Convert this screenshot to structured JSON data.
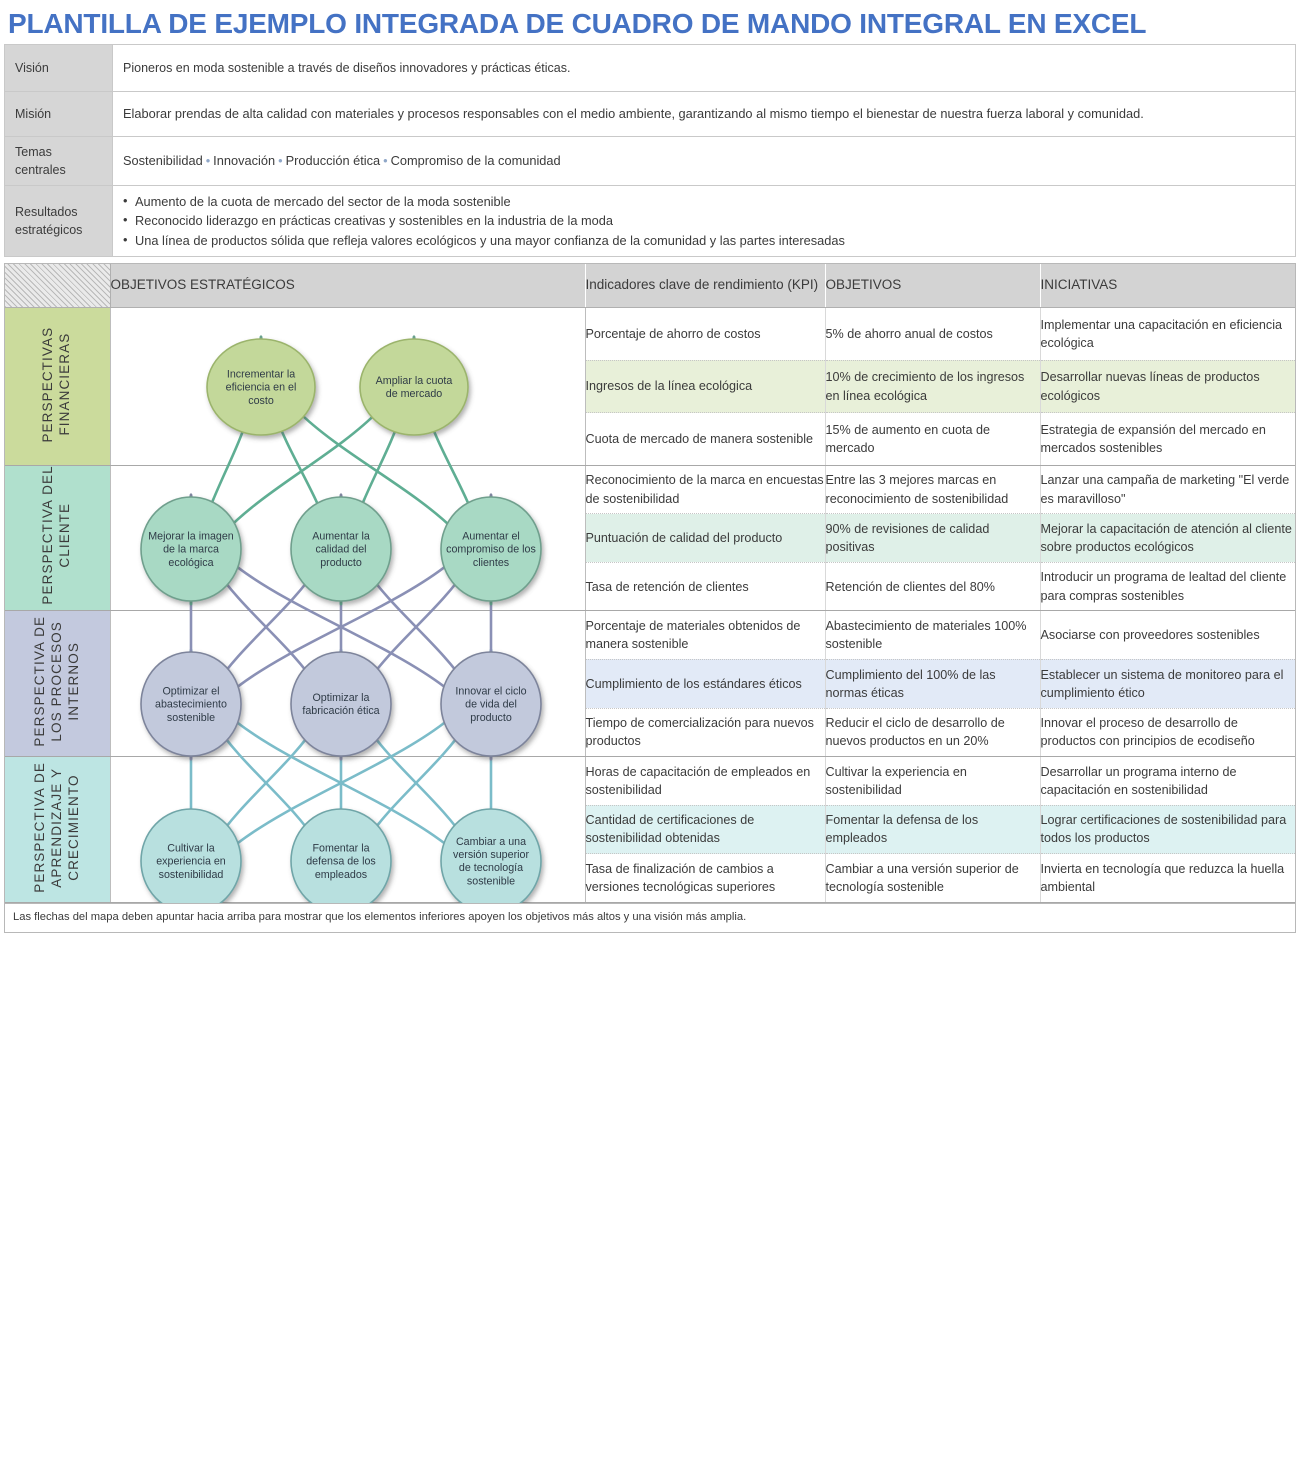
{
  "title": "PLANTILLA DE EJEMPLO INTEGRADA DE CUADRO DE MANDO INTEGRAL EN EXCEL",
  "accent_color": "#4472C4",
  "info": {
    "vision_label": "Visión",
    "vision_value": "Pioneros en moda sostenible a través de diseños innovadores y prácticas éticas.",
    "mission_label": "Misión",
    "mission_value": "Elaborar prendas de alta calidad con materiales y procesos responsables con el medio ambiente, garantizando al mismo tiempo el bienestar de nuestra fuerza laboral y comunidad.",
    "themes_label": "Temas centrales",
    "themes": [
      "Sostenibilidad",
      "Innovación",
      "Producción ética",
      "Compromiso de la comunidad"
    ],
    "outcomes_label": "Resultados estratégicos",
    "outcomes": [
      "Aumento de la cuota de mercado del sector de la moda sostenible",
      "Reconocido liderazgo en prácticas creativas y sostenibles en la industria de la moda",
      "Una línea de productos sólida que refleja valores ecológicos y una mayor confianza de la comunidad y las partes interesadas"
    ]
  },
  "scorecard": {
    "headers": {
      "perspective": "",
      "objectives": "OBJETIVOS ESTRATÉGICOS",
      "kpi": "Indicadores clave de rendimiento (KPI)",
      "targets": "OBJETIVOS",
      "initiatives": "INICIATIVAS"
    },
    "perspectives": [
      {
        "key": "financial",
        "label": "PERSPECTIVAS FINANCIERAS",
        "color": "#cbdb9c",
        "tint": "#e8f0d9",
        "node_fill": "#c3d89a",
        "node_stroke": "#9bb46c",
        "nodes": [
          "Incrementar la eficiencia en el costo",
          "Ampliar la cuota de mercado"
        ],
        "rows": [
          {
            "kpi": "Porcentaje de ahorro de costos",
            "target": "5% de ahorro anual de costos",
            "initiative": "Implementar una capacitación en eficiencia ecológica"
          },
          {
            "kpi": "Ingresos de la línea ecológica",
            "target": "10% de crecimiento de los ingresos en línea ecológica",
            "initiative": "Desarrollar nuevas líneas de productos ecológicos"
          },
          {
            "kpi": "Cuota de mercado de manera sostenible",
            "target": "15% de aumento en cuota de mercado",
            "initiative": "Estrategia de expansión del mercado en mercados sostenibles"
          }
        ]
      },
      {
        "key": "customer",
        "label": "PERSPECTIVA DEL CLIENTE",
        "color": "#b0e0cd",
        "tint": "#dff0e8",
        "node_fill": "#a8d9c4",
        "node_stroke": "#6f9f8d",
        "nodes": [
          "Mejorar la imagen de la marca ecológica",
          "Aumentar la calidad del producto",
          "Aumentar el compromiso de los clientes"
        ],
        "rows": [
          {
            "kpi": "Reconocimiento de la marca en encuestas de sostenibilidad",
            "target": "Entre las 3 mejores marcas en reconocimiento de sostenibilidad",
            "initiative": "Lanzar una campaña de marketing \"El verde es maravilloso\""
          },
          {
            "kpi": "Puntuación de calidad del producto",
            "target": "90% de revisiones de calidad positivas",
            "initiative": "Mejorar la capacitación de atención al cliente sobre productos ecológicos"
          },
          {
            "kpi": "Tasa de retención de clientes",
            "target": "Retención de clientes del 80%",
            "initiative": "Introducir un programa de lealtad del cliente para compras sostenibles"
          }
        ]
      },
      {
        "key": "process",
        "label": "PERSPECTIVA DE LOS PROCESOS INTERNOS",
        "color": "#c3c9de",
        "tint": "#e2eaf7",
        "node_fill": "#c2c9dc",
        "node_stroke": "#7d849b",
        "nodes": [
          "Optimizar el abastecimiento sostenible",
          "Optimizar la fabricación ética",
          "Innovar el ciclo de vida del producto"
        ],
        "rows": [
          {
            "kpi": "Porcentaje de materiales obtenidos de manera sostenible",
            "target": "Abastecimiento de materiales 100% sostenible",
            "initiative": "Asociarse con proveedores sostenibles"
          },
          {
            "kpi": "Cumplimiento de los estándares éticos",
            "target": "Cumplimiento del 100% de las normas éticas",
            "initiative": "Establecer un sistema de monitoreo para el cumplimiento ético"
          },
          {
            "kpi": "Tiempo de comercialización para nuevos productos",
            "target": "Reducir el ciclo de desarrollo de nuevos productos en un 20%",
            "initiative": "Innovar el proceso de desarrollo de productos con principios de ecodiseño"
          }
        ]
      },
      {
        "key": "learning",
        "label": "PERSPECTIVA DE APRENDIZAJE Y CRECIMIENTO",
        "color": "#bde5e3",
        "tint": "#ddf2f2",
        "node_fill": "#b8e0df",
        "node_stroke": "#6fa5a8",
        "nodes": [
          "Cultivar la experiencia en sostenibilidad",
          "Fomentar la defensa de los empleados",
          "Cambiar a una versión superior de tecnología sostenible"
        ],
        "rows": [
          {
            "kpi": "Horas de capacitación de empleados en sostenibilidad",
            "target": "Cultivar la experiencia en sostenibilidad",
            "initiative": "Desarrollar un programa interno de capacitación en sostenibilidad"
          },
          {
            "kpi": "Cantidad de certificaciones de sostenibilidad obtenidas",
            "target": "Fomentar la defensa de los empleados",
            "initiative": "Lograr certificaciones de sostenibilidad para todos los productos"
          },
          {
            "kpi": "Tasa de finalización de cambios a versiones tecnológicas superiores",
            "target": "Cambiar a una versión superior de tecnología sostenible",
            "initiative": "Invierta en tecnología que reduzca la huella ambiental"
          }
        ]
      }
    ]
  },
  "footnote": "Las flechas del mapa deben apuntar hacia arriba para mostrar que los elementos inferiores apoyen los objetivos más altos y una visión más amplia."
}
